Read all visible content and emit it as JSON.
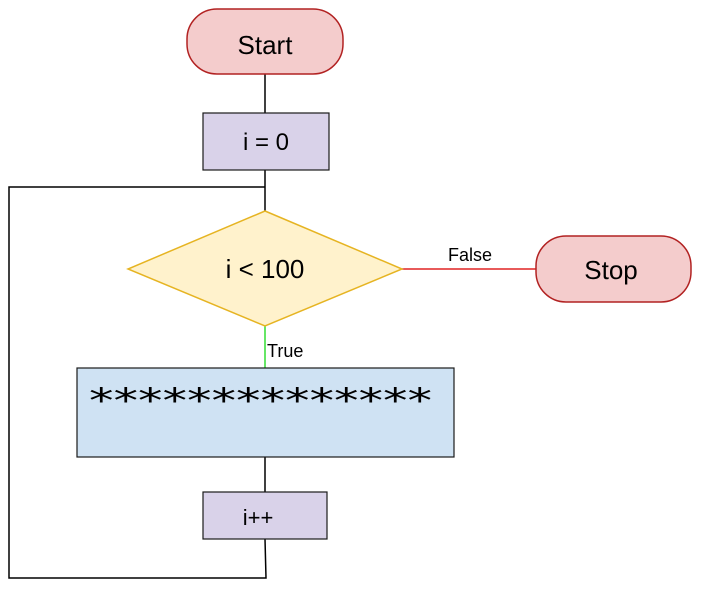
{
  "diagram": {
    "nodes": {
      "start": {
        "label": "Start",
        "shape": "terminal",
        "fill": "#f4cccc",
        "stroke": "#b22222"
      },
      "init": {
        "label": "i = 0",
        "shape": "process",
        "fill": "#d9d2e9",
        "stroke": "#1a1a1a"
      },
      "condition": {
        "label": "i < 100",
        "shape": "decision",
        "fill": "#fff2cc",
        "stroke": "#e6b422"
      },
      "stop": {
        "label": "Stop",
        "shape": "terminal",
        "fill": "#f4cccc",
        "stroke": "#b22222"
      },
      "body": {
        "label": "**************",
        "shape": "process",
        "fill": "#cfe2f3",
        "stroke": "#1a1a1a"
      },
      "increment": {
        "label": "i++",
        "shape": "process",
        "fill": "#d9d2e9",
        "stroke": "#1a1a1a"
      }
    },
    "edges": {
      "false_label": "False",
      "true_label": "True",
      "false_color": "#e02424",
      "true_color": "#33dd33",
      "default_color": "#000000"
    }
  }
}
